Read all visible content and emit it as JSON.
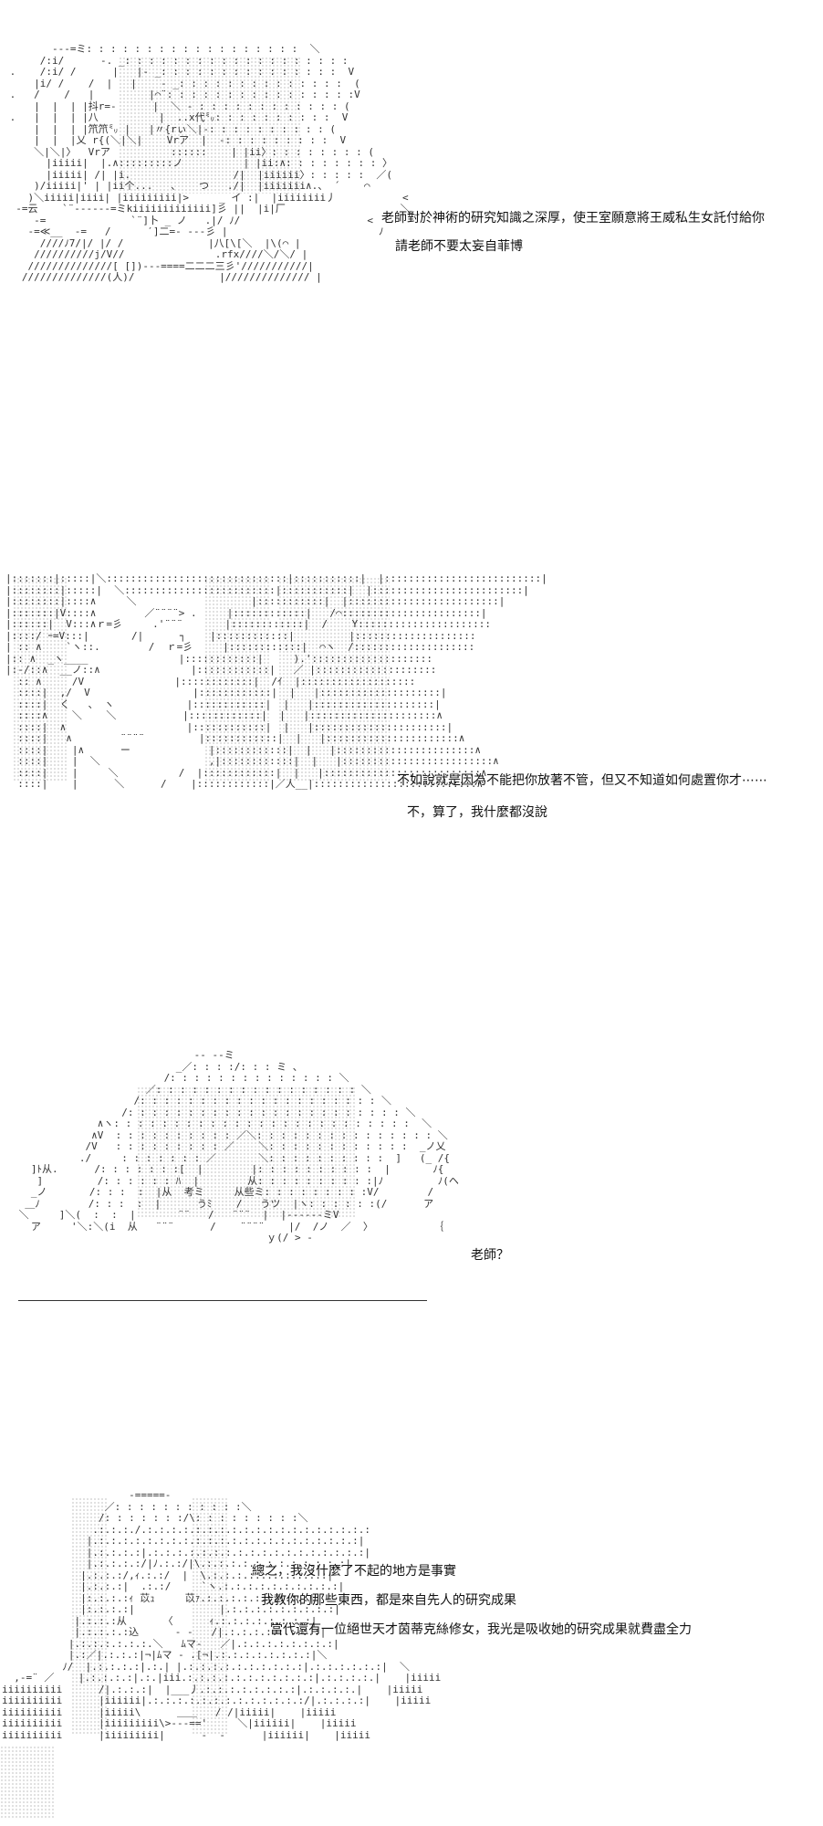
{
  "panels": [
    {
      "id": "p1",
      "lines": [
        "老師對於神術的研究知識之深厚，使王室願意將王威私生女託付給你",
        "請老師不要太妄自菲博"
      ]
    },
    {
      "id": "p2",
      "lines": [
        "不如說就是因為不能把你放著不管，但又不知道如何處置你才⋯⋯",
        "不，算了，我什麼都沒說"
      ]
    },
    {
      "id": "p3",
      "lines": [
        "老師？"
      ]
    },
    {
      "id": "p4",
      "lines": [
        "總之，我沒什麼了不起的地方是事實",
        "我教你的那些東西，都是來自先人的研究成果",
        "當代還有一位絕世天才茵蒂克絲修女，我光是吸收她的研究成果就費盡全力"
      ]
    }
  ]
}
